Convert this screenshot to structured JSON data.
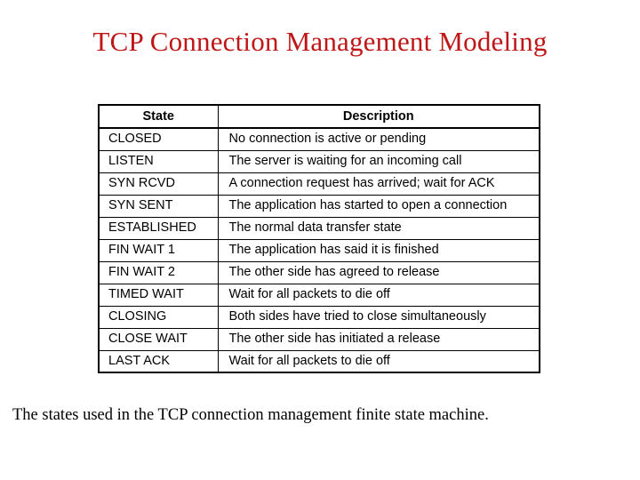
{
  "slide": {
    "title": "TCP Connection Management Modeling",
    "title_color": "#bf1717",
    "caption": "The states used in the TCP connection management finite state machine.",
    "caption_color": "#000000",
    "background_color": "#ffffff"
  },
  "table": {
    "columns": [
      {
        "key": "state",
        "header": "State"
      },
      {
        "key": "description",
        "header": "Description"
      }
    ],
    "rows": [
      {
        "state": "CLOSED",
        "description": "No connection is active or pending"
      },
      {
        "state": "LISTEN",
        "description": "The server is waiting for an incoming call"
      },
      {
        "state": "SYN RCVD",
        "description": "A connection request has arrived; wait for ACK"
      },
      {
        "state": "SYN SENT",
        "description": "The application has started to open a connection"
      },
      {
        "state": "ESTABLISHED",
        "description": "The normal data transfer state"
      },
      {
        "state": "FIN WAIT 1",
        "description": "The application has said it is finished"
      },
      {
        "state": "FIN WAIT 2",
        "description": "The other side has agreed to release"
      },
      {
        "state": "TIMED WAIT",
        "description": "Wait for all packets to die off"
      },
      {
        "state": "CLOSING",
        "description": "Both sides have tried to close simultaneously"
      },
      {
        "state": "CLOSE WAIT",
        "description": "The other side has initiated a release"
      },
      {
        "state": "LAST ACK",
        "description": "Wait for all packets to die off"
      }
    ]
  }
}
